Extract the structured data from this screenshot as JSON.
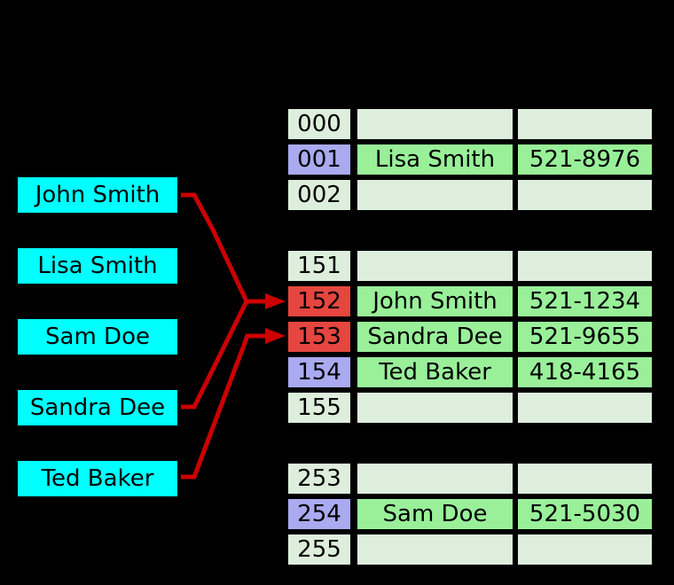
{
  "diagram_type": "hash-table-open-addressing",
  "colors": {
    "background": "#000000",
    "key_box": "#00ffff",
    "arrow": "#cc0000",
    "slot_empty": "#ddeedd",
    "slot_occupied": "#99f099",
    "index_default": "#ddeedd",
    "index_direct": "#aaaaf0",
    "index_collision": "#e5463f",
    "border": "#000000",
    "text": "#000000"
  },
  "keys": {
    "items": [
      {
        "label": "John Smith"
      },
      {
        "label": "Lisa Smith"
      },
      {
        "label": "Sam Doe"
      },
      {
        "label": "Sandra Dee"
      },
      {
        "label": "Ted Baker"
      }
    ]
  },
  "table": {
    "groups": [
      {
        "rows": [
          {
            "index": "000",
            "index_style": "default",
            "name": "",
            "phone": ""
          },
          {
            "index": "001",
            "index_style": "direct",
            "name": "Lisa Smith",
            "phone": "521-8976"
          },
          {
            "index": "002",
            "index_style": "default",
            "name": "",
            "phone": ""
          }
        ]
      },
      {
        "rows": [
          {
            "index": "151",
            "index_style": "default",
            "name": "",
            "phone": ""
          },
          {
            "index": "152",
            "index_style": "collision",
            "name": "John Smith",
            "phone": "521-1234"
          },
          {
            "index": "153",
            "index_style": "collision",
            "name": "Sandra Dee",
            "phone": "521-9655"
          },
          {
            "index": "154",
            "index_style": "direct",
            "name": "Ted Baker",
            "phone": "418-4165"
          },
          {
            "index": "155",
            "index_style": "default",
            "name": "",
            "phone": ""
          }
        ]
      },
      {
        "rows": [
          {
            "index": "253",
            "index_style": "default",
            "name": "",
            "phone": ""
          },
          {
            "index": "254",
            "index_style": "direct",
            "name": "Sam Doe",
            "phone": "521-5030"
          },
          {
            "index": "255",
            "index_style": "default",
            "name": "",
            "phone": ""
          }
        ]
      }
    ]
  },
  "arrows": [
    {
      "from": "John Smith",
      "to": "152"
    },
    {
      "from": "Sandra Dee",
      "to": "152"
    },
    {
      "from": "Ted Baker",
      "to": "153"
    }
  ]
}
